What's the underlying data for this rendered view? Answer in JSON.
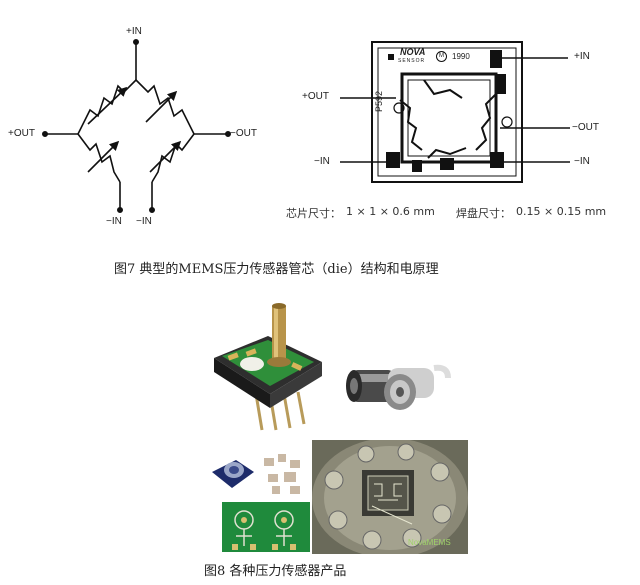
{
  "bridge": {
    "in_pos": "+IN",
    "out_pos": "+OUT",
    "out_neg": "−OUT",
    "in_neg_left": "−IN",
    "in_neg_right": "−IN"
  },
  "die": {
    "brand": "NOVA",
    "brand_sub": "SENSOR",
    "year": "1990",
    "part": "P592",
    "label_in_pos": "+IN",
    "label_out_pos": "+OUT",
    "label_in_neg_left": "−IN",
    "label_out_neg": "−OUT",
    "label_in_neg_right": "−IN",
    "chip_size_label": "芯片尺寸：",
    "chip_size_value": "1 × 1 × 0.6 mm",
    "pad_size_label": "焊盘尺寸：",
    "pad_size_value": "0.15 × 0.15 mm"
  },
  "figure7_caption": "图7  典型的MEMS压力传感器管芯（die）结构和电原理",
  "figure8_caption": "图8  各种压力传感器产品",
  "photo_text": "NovaMEMS"
}
